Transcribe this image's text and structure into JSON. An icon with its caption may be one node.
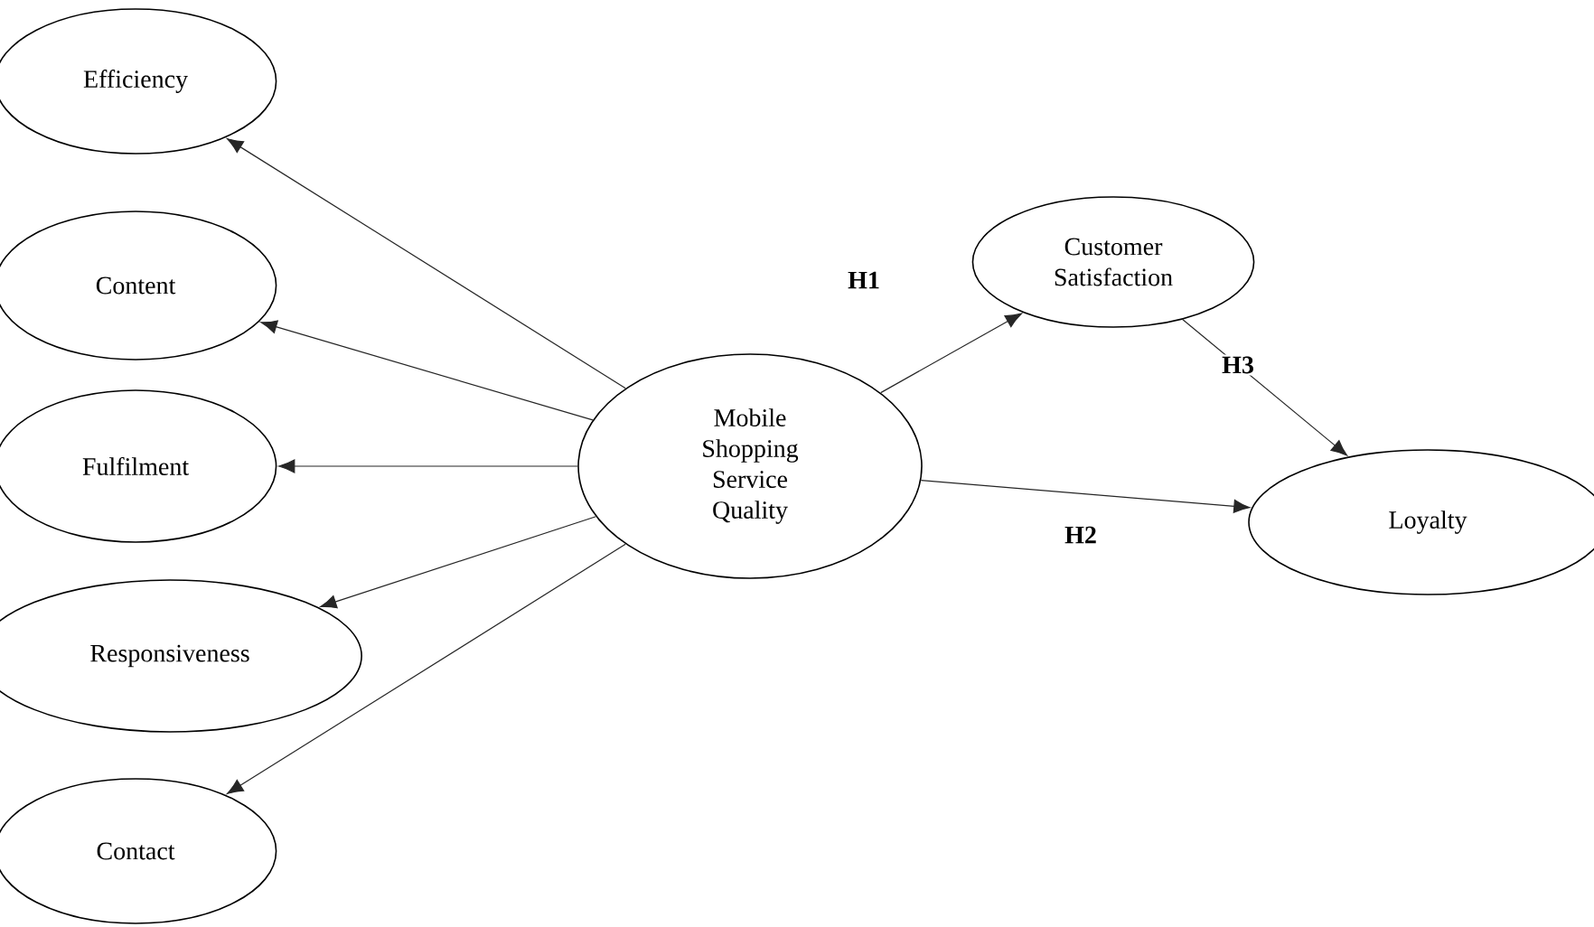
{
  "diagram": {
    "nodes": [
      {
        "text": [
          "Efficiency"
        ]
      },
      {
        "text": [
          "Content"
        ]
      },
      {
        "text": [
          "Fulfilment"
        ]
      },
      {
        "text": [
          "Responsiveness"
        ]
      },
      {
        "text": [
          "Contact"
        ]
      },
      {
        "text": [
          "Mobile Shopping Service Quality"
        ]
      },
      {
        "text": [
          "Customer Satisfaction"
        ]
      },
      {
        "text": [
          "Loyalty"
        ]
      }
    ],
    "edges": [
      {
        "from": 5,
        "to": 0,
        "arrow": "to"
      },
      {
        "from": 5,
        "to": 1,
        "arrow": "to"
      },
      {
        "from": 5,
        "to": 2,
        "arrow": "to"
      },
      {
        "from": 5,
        "to": 3,
        "arrow": "to"
      },
      {
        "from": 5,
        "to": 4,
        "arrow": "to"
      },
      {
        "from": 5,
        "to": 6,
        "arrow": "to",
        "label": "H1"
      },
      {
        "from": 5,
        "to": 7,
        "arrow": "to",
        "label": "H2"
      },
      {
        "from": 6,
        "to": 7,
        "arrow": "to",
        "label": "H3"
      }
    ]
  }
}
